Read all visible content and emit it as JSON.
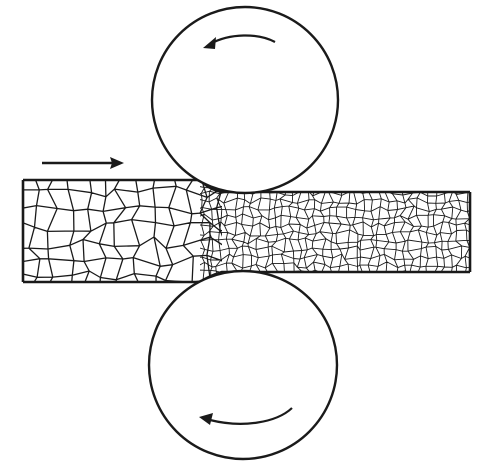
{
  "diagram": {
    "subject": "rolling-process",
    "ink_color": "#1a1a1a",
    "background_color": "#ffffff",
    "feed_direction": "left-to-right",
    "upper_roll_rotation": "counterclockwise",
    "lower_roll_rotation": "clockwise",
    "grain_structure_before": "coarse",
    "grain_structure_after": "fine",
    "icons": [
      "feed-direction-arrow-icon",
      "rotation-arrow-icon"
    ]
  }
}
